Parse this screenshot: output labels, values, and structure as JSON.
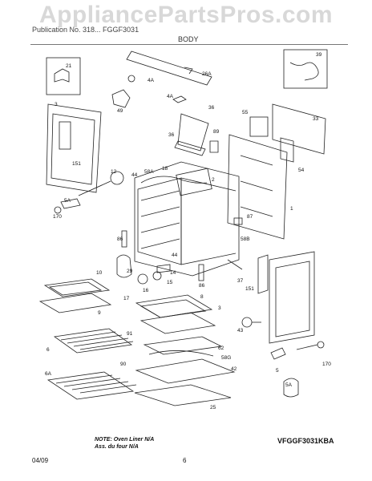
{
  "watermark": "AppliancePartsPros.com",
  "header": {
    "model_line": "Publication No. 318...   FGGF3031",
    "section": "BODY"
  },
  "callouts": [
    "21",
    "26A",
    "39",
    "3",
    "4A",
    "49",
    "36",
    "4A",
    "36",
    "55",
    "33",
    "89",
    "151",
    "12",
    "44",
    "58A",
    "18",
    "2",
    "5A",
    "170",
    "86",
    "54",
    "87",
    "58B",
    "1",
    "29",
    "14",
    "15",
    "16",
    "17",
    "44",
    "86",
    "37",
    "151",
    "10",
    "9",
    "8",
    "3",
    "43",
    "91",
    "90",
    "62",
    "58G",
    "6",
    "6A",
    "42",
    "5",
    "170",
    "5A",
    "25"
  ],
  "note": {
    "line1": "NOTE: Oven Liner N/A",
    "line2": "Ass. du four N/A"
  },
  "diagram_code": "VFGGF3031KBA",
  "footer": {
    "date": "04/09",
    "page": "6"
  }
}
